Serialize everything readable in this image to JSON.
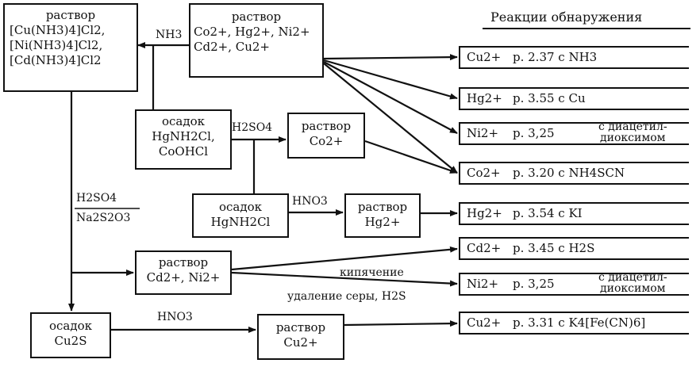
{
  "header": {
    "title": "Реакции обнаружения"
  },
  "boxes": {
    "complex": {
      "l1": "раствор",
      "l2": "[Cu(NH3)4]Cl2,",
      "l3": "[Ni(NH3)4]Cl2,",
      "l4": "[Cd(NH3)4]Cl2"
    },
    "start": {
      "l1": "раствор",
      "l2": "Co2+, Hg2+, Ni2+",
      "l3": "Cd2+, Cu2+"
    },
    "precip1": {
      "l1": "осадок",
      "l2": "HgNH2Cl,",
      "l3": "CoOHCl"
    },
    "co_sol": {
      "l1": "раствор",
      "l2": "Co2+"
    },
    "precip2": {
      "l1": "осадок",
      "l2": "HgNH2Cl"
    },
    "hg_sol": {
      "l1": "раствор",
      "l2": "Hg2+"
    },
    "cdni_sol": {
      "l1": "раствор",
      "l2": "Cd2+, Ni2+"
    },
    "cu2s": {
      "l1": "осадок",
      "l2": "Cu2S"
    },
    "cu_sol": {
      "l1": "раствор",
      "l2": "Cu2+"
    }
  },
  "reagents": {
    "nh3": "NH3",
    "h2so4_1": "H2SO4",
    "h2so4_2": "H2SO4",
    "na2s2o3": "Na2S2O3",
    "hno3_1": "HNO3",
    "hno3_2": "HNO3",
    "boiling": "кипячение",
    "sulfur_removal": "удаление серы, H2S"
  },
  "reactions": [
    {
      "ion": "Cu2+",
      "ref": "р. 2.37 с NH3"
    },
    {
      "ion": "Hg2+",
      "ref": "р. 3.55 с Cu"
    },
    {
      "ion": "Ni2+",
      "ref": "р. 3,25",
      "extra1": "с диацетил-",
      "extra2": "диоксимом"
    },
    {
      "ion": "Co2+",
      "ref": "р. 3.20 с NH4SCN"
    },
    {
      "ion": "Hg2+",
      "ref": "р. 3.54 с KI"
    },
    {
      "ion": "Cd2+",
      "ref": "р. 3.45 с H2S"
    },
    {
      "ion": "Ni2+",
      "ref": "р. 3,25",
      "extra1": "с диацетил-",
      "extra2": "диоксимом"
    },
    {
      "ion": "Cu2+",
      "ref": "р. 3.31 с K4[Fe(CN)6]"
    }
  ]
}
